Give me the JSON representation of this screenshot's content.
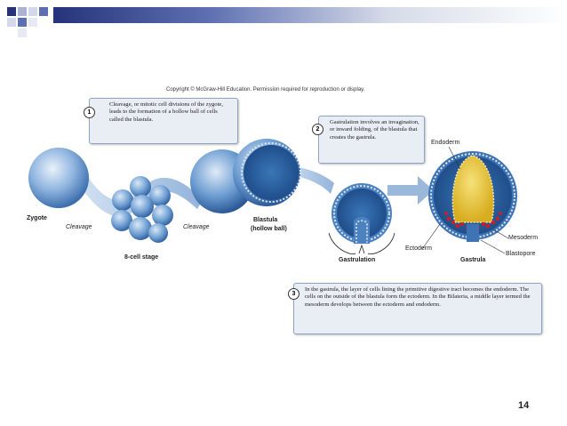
{
  "copyright": "Copyright © McGraw-Hill Education. Permission required for reproduction or display.",
  "callouts": [
    {
      "number": "1",
      "text": "Cleavage, or mitotic cell divisions of the zygote, leads to the formation of a hollow ball of cells called the blastula."
    },
    {
      "number": "2",
      "text": "Gastrulation involves an invagination, or inward folding, of the blastula that creates the gastrula."
    },
    {
      "number": "3",
      "text": "In the gastrula, the layer of cells lining the primitive digestive tract becomes the endoderm. The cells on the outside of the blastula form the ectoderm. In the Bilateria, a middle layer termed the mesoderm develops between the ectoderm and endoderm."
    }
  ],
  "labels": {
    "zygote": "Zygote",
    "cleavage_1": "Cleavage",
    "cleavage_2": "Cleavage",
    "eight_cell": "8-cell stage",
    "blastula": "Blastula",
    "hollow_ball": "(hollow ball)",
    "gastrulation": "Gastrulation",
    "ectoderm": "Ectoderm",
    "gastrula": "Gastrula",
    "endoderm": "Endoderm",
    "mesoderm": "Mesoderm",
    "blastopore": "Blastopore"
  },
  "slide_number": "14",
  "colors": {
    "header_dark": "#26337a",
    "cell_blue": "#5b8fc9",
    "flow_arrow": "#8fb0d6",
    "endoderm_yellow": "#e9c93a",
    "mesoderm_red": "#c8202a"
  }
}
